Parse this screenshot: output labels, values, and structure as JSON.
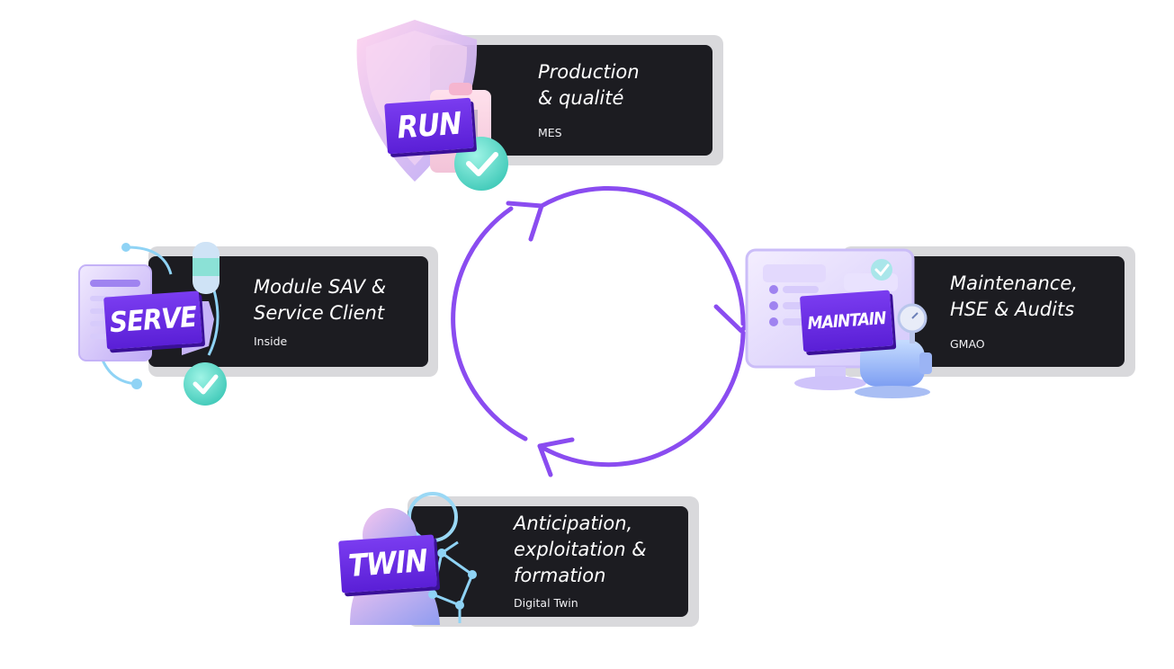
{
  "accent_color": "#8a4cf0",
  "card_color": "#1c1c21",
  "nodes": {
    "run": {
      "badge": "RUN",
      "title": "Production\n& qualité",
      "subtitle": "MES"
    },
    "maintain": {
      "badge": "MAINTAIN",
      "title": "Maintenance,\nHSE & Audits",
      "subtitle": "GMAO"
    },
    "twin": {
      "badge": "TWIN",
      "title": "Anticipation,\nexploitation &\nformation",
      "subtitle": "Digital Twin"
    },
    "serve": {
      "badge": "SERVE",
      "title": "Module SAV &\nService Client",
      "subtitle": "Inside"
    }
  },
  "icons": {
    "run": "shield-clipboard-check-icon",
    "maintain": "monitor-pump-icon",
    "twin": "user-network-icon",
    "serve": "document-gear-check-icon"
  }
}
